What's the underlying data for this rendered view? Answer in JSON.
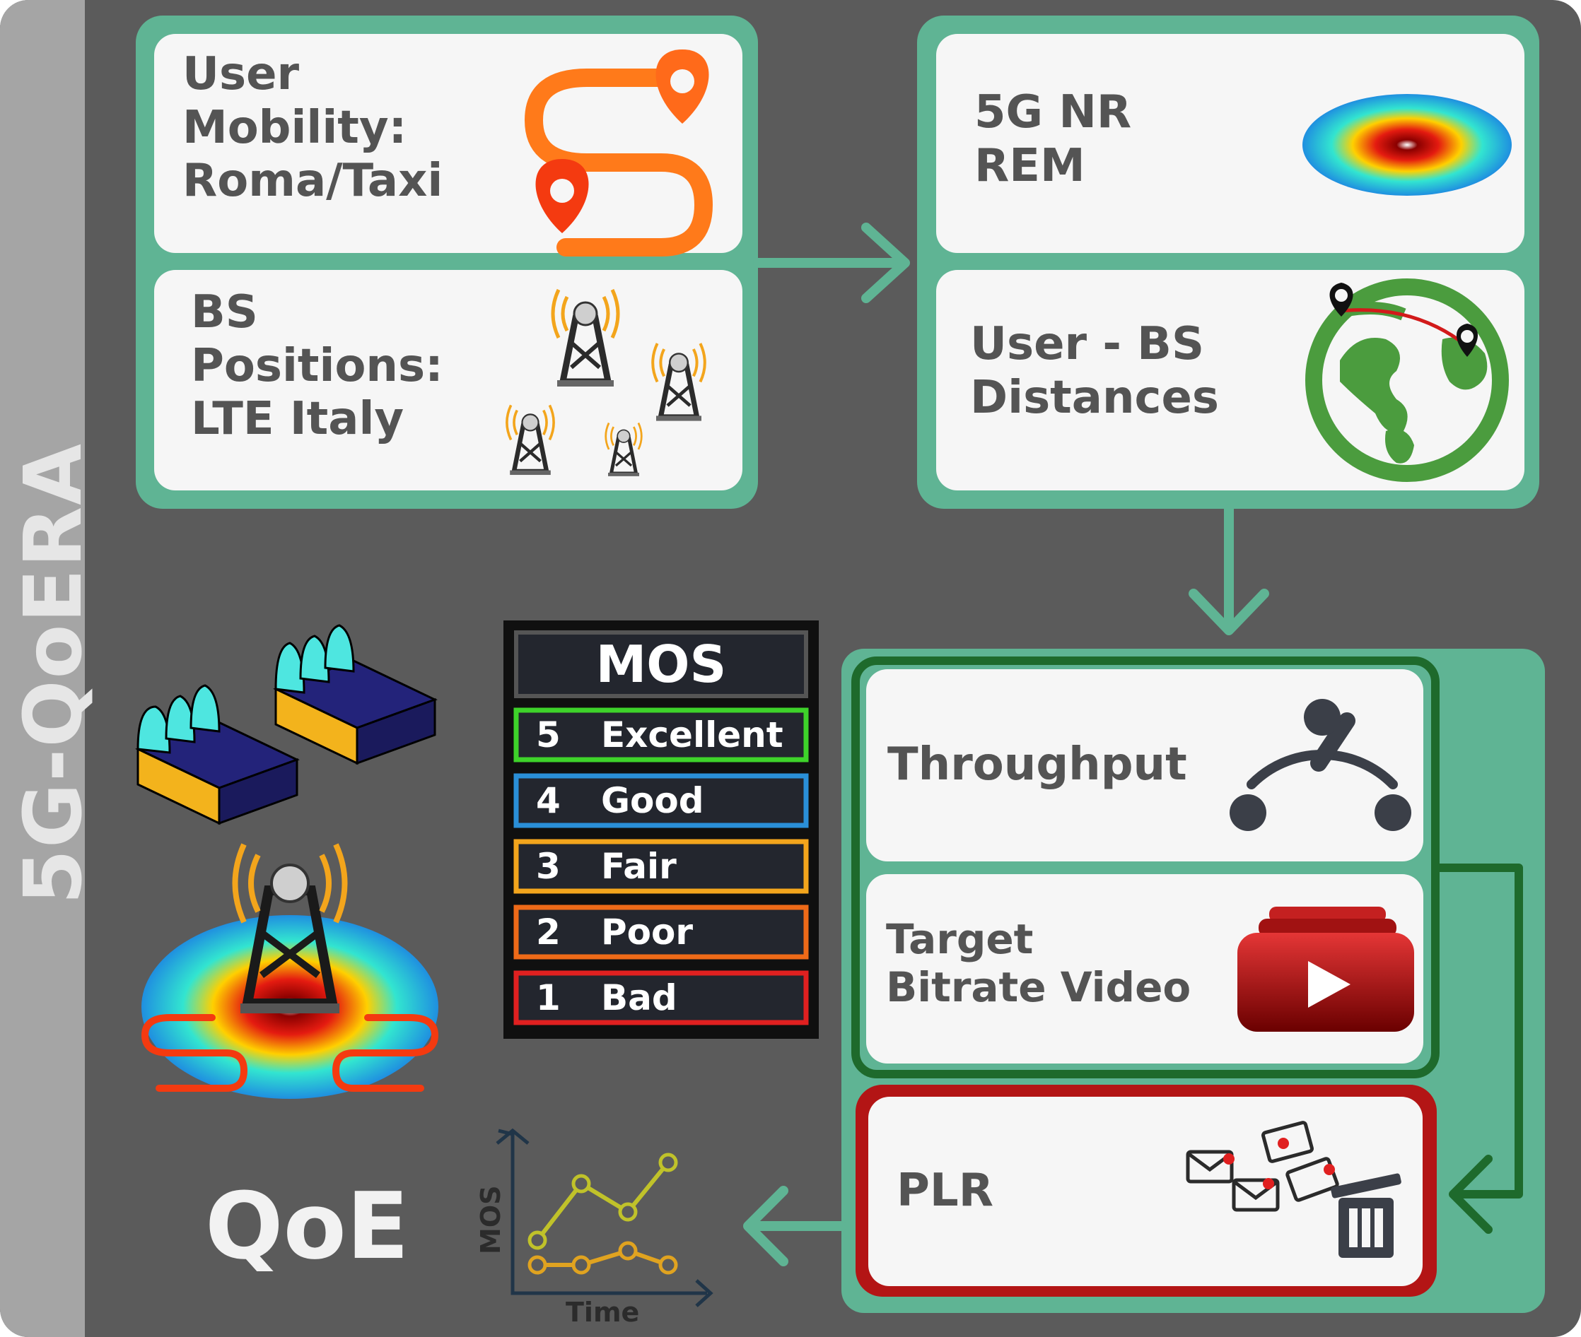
{
  "sidebar": {
    "title": "5G-QoERA"
  },
  "inputs": {
    "mobility": [
      "User",
      "Mobility:",
      "Roma/Taxi"
    ],
    "bs_positions": [
      "BS",
      "Positions:",
      "LTE Italy"
    ]
  },
  "processing": {
    "rem": [
      "5G NR",
      "REM"
    ],
    "distances": [
      "User - BS",
      "Distances"
    ]
  },
  "metrics": {
    "throughput": "Throughput",
    "bitrate": [
      "Target",
      "Bitrate Video"
    ],
    "plr": "PLR"
  },
  "mos_table": {
    "title": "MOS",
    "rows": [
      {
        "score": "5",
        "label": "Excellent",
        "color": "#3ed32a"
      },
      {
        "score": "4",
        "label": "Good",
        "color": "#2a8fd8"
      },
      {
        "score": "3",
        "label": "Fair",
        "color": "#f3a51c"
      },
      {
        "score": "2",
        "label": "Poor",
        "color": "#ee6a18"
      },
      {
        "score": "1",
        "label": "Bad",
        "color": "#e02020"
      }
    ]
  },
  "qoe": {
    "label": "QoE",
    "chart": {
      "ylabel": "MOS",
      "xlabel": "Time"
    }
  },
  "colors": {
    "panel": "#5b5b5b",
    "sidebar": "#a5a5a5",
    "accent_green": "#5fb494",
    "dark_green": "#1e6a2c",
    "plr_red": "#b31515"
  }
}
